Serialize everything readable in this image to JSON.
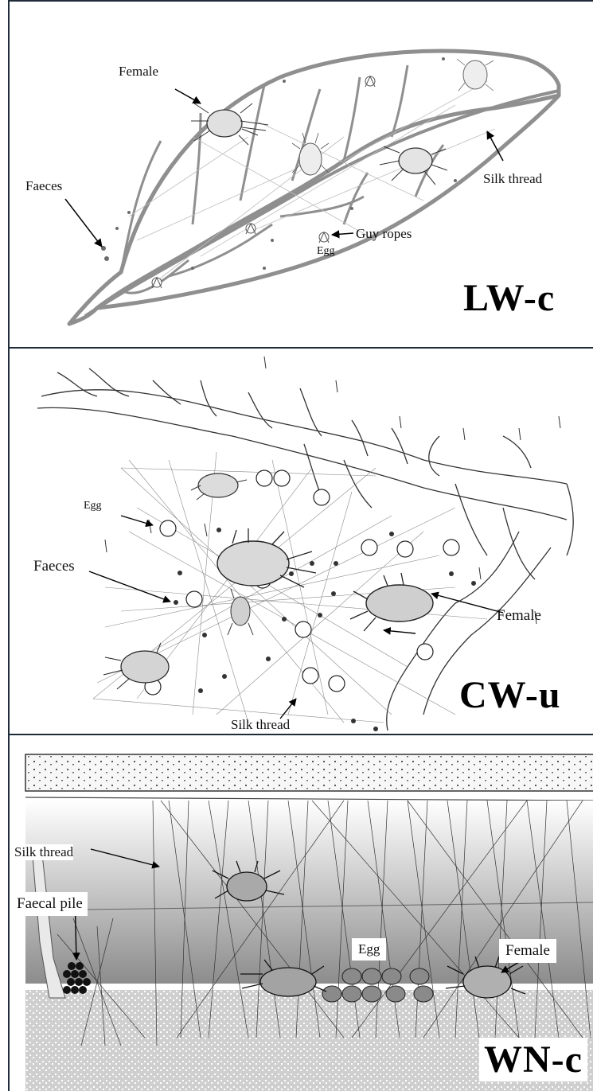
{
  "panels": [
    {
      "code": "LW-c",
      "labels": {
        "female": "Female",
        "faeces": "Faeces",
        "silk_thread": "Silk thread",
        "guy_ropes": "Guy ropes",
        "egg": "Egg"
      }
    },
    {
      "code": "CW-u",
      "labels": {
        "egg": "Egg",
        "faeces": "Faeces",
        "female": "Female",
        "silk_thread": "Silk thread"
      }
    },
    {
      "code": "WN-c",
      "labels": {
        "silk_thread": "Silk thread",
        "faecal_pile": "Faecal pile",
        "egg": "Egg",
        "female": "Female"
      }
    }
  ],
  "colors": {
    "border": "#1f2d3a",
    "leaf_outline": "#8a8a8a",
    "ink": "#111111"
  }
}
